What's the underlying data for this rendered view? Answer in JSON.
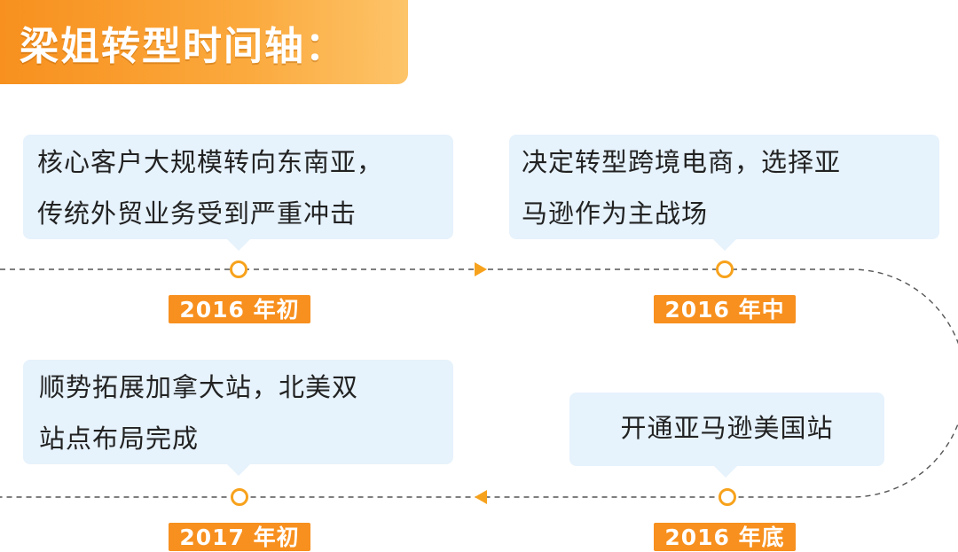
{
  "title": "梁姐转型时间轴：",
  "events": [
    {
      "date": "2016 年初",
      "text_lines": [
        "核心客户大规模转向东南亚，",
        "传统外贸业务受到严重冲击"
      ]
    },
    {
      "date": "2016 年中",
      "text_lines": [
        "决定转型跨境电商，选择亚",
        "马逊作为主战场"
      ]
    },
    {
      "date": "2016 年底",
      "text_lines": [
        "开通亚马逊美国站"
      ]
    },
    {
      "date": "2017 年初",
      "text_lines": [
        "顺势拓展加拿大站，北美双",
        "站点布局完成"
      ]
    }
  ],
  "colors": {
    "accent": "#f7901e",
    "node": "#f7a21c",
    "bubble": "#e6f2fc",
    "dash": "#555555"
  }
}
